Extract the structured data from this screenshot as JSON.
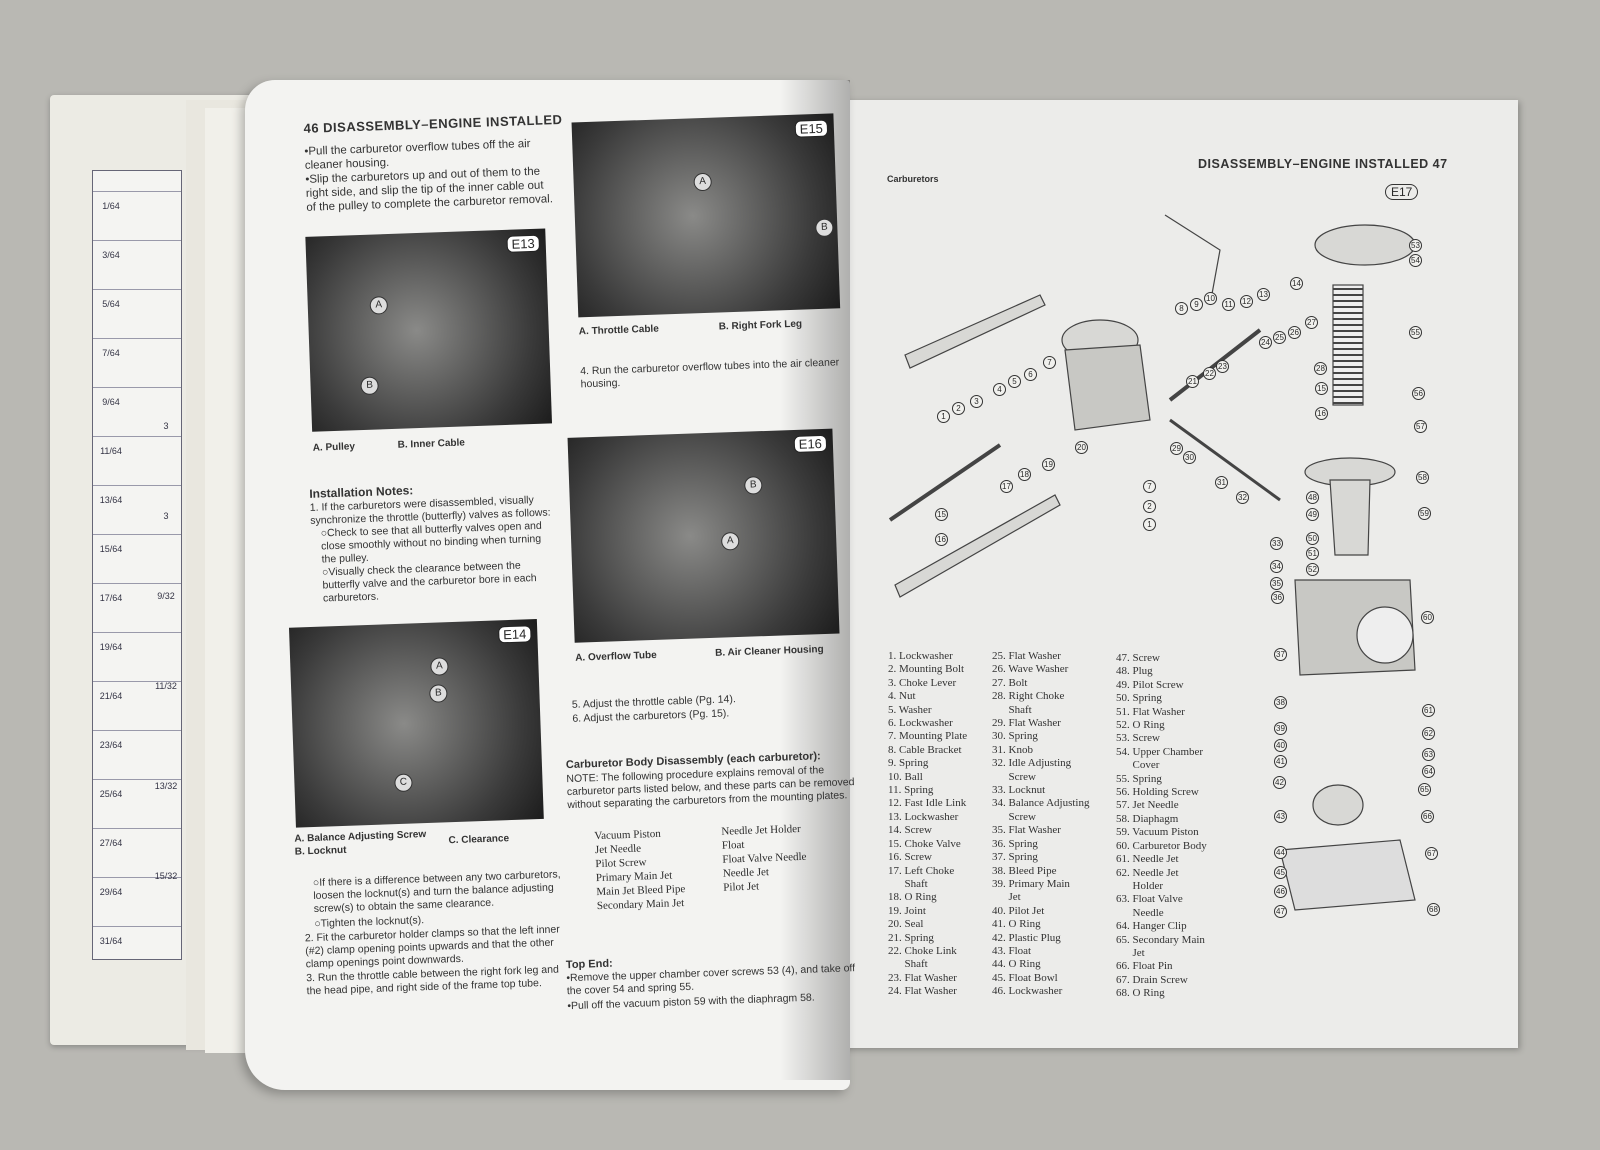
{
  "ruler": {
    "fractions": [
      "1/64",
      "3/64",
      "5/64",
      "7/64",
      "9/64",
      "11/64",
      "13/64",
      "15/64",
      "17/64",
      "19/64",
      "21/64",
      "23/64",
      "25/64",
      "27/64",
      "29/64",
      "31/64"
    ],
    "side_fractions": [
      "3",
      "3",
      "9/32",
      "11/32",
      "13/32",
      "15/32"
    ]
  },
  "left": {
    "header": "46 DISASSEMBLY–ENGINE INSTALLED",
    "intro": [
      "•Pull the carburetor overflow tubes off the air cleaner housing.",
      "•Slip the carburetors up and out of them to the right side, and slip the tip of the inner cable out of the pulley to complete the carburetor removal."
    ],
    "e13": {
      "tag": "E13",
      "a": "A",
      "b": "B",
      "cap_a": "A. Pulley",
      "cap_b": "B. Inner Cable"
    },
    "install_title": "Installation Notes:",
    "install_1": "1. If the carburetors were disassembled, visually synchronize the throttle (butterfly) valves as follows:",
    "install_1a": "○Check to see that all butterfly valves open and close smoothly without no binding when turning the pulley.",
    "install_1b": "○Visually check the clearance between the butterfly valve and the carburetor bore in each carburetors.",
    "e14": {
      "tag": "E14",
      "a": "A",
      "b": "B",
      "c": "C",
      "cap_a": "A. Balance Adjusting Screw",
      "cap_b": "B. Locknut",
      "cap_c": "C. Clearance"
    },
    "install_1c": "○If there is a difference between any two carburetors, loosen the locknut(s) and turn the balance adjusting screw(s) to obtain the same clearance.",
    "install_1d": "○Tighten the locknut(s).",
    "install_2": "2. Fit the carburetor holder clamps so that the left inner (#2) clamp opening points upwards and that the other clamp openings point downwards.",
    "install_3": "3. Run the throttle cable between the right fork leg and the head pipe, and right side of the frame top tube.",
    "e15": {
      "tag": "E15",
      "a": "A",
      "b": "B",
      "cap_a": "A. Throttle Cable",
      "cap_b": "B. Right Fork Leg"
    },
    "step4": "4. Run the carburetor overflow tubes into the air cleaner housing.",
    "e16": {
      "tag": "E16",
      "a": "A",
      "b": "B",
      "cap_a": "A. Overflow Tube",
      "cap_b": "B. Air Cleaner Housing"
    },
    "step5": "5. Adjust the throttle cable (Pg. 14).",
    "step6": "6. Adjust the carburetors (Pg. 15).",
    "body_title": "Carburetor Body Disassembly (each carburetor):",
    "note": "NOTE: The following procedure explains removal of the carburetor parts listed below, and these parts can be removed without separating the carburetors from the mounting plates.",
    "parts_col1": [
      "Vacuum Piston",
      "Jet Needle",
      "Pilot Screw",
      "Primary Main Jet",
      "Main Jet Bleed Pipe",
      "Secondary Main Jet"
    ],
    "parts_col2": [
      "Needle Jet Holder",
      "Float",
      "Float Valve Needle",
      "Needle Jet",
      "Pilot Jet"
    ],
    "top_end": "Top End:",
    "top_1": "•Remove the upper chamber cover screws 53 (4), and take off the cover 54 and spring 55.",
    "top_2": "•Pull off the vacuum piston 59 with the diaphragm 58."
  },
  "right": {
    "header": "DISASSEMBLY–ENGINE INSTALLED 47",
    "section": "Carburetors",
    "tag": "E17",
    "callouts": [
      "1",
      "2",
      "3",
      "4",
      "5",
      "6",
      "7",
      "8",
      "9",
      "10",
      "11",
      "12",
      "13",
      "14",
      "15",
      "16",
      "17",
      "18",
      "19",
      "20",
      "21",
      "22",
      "23",
      "24",
      "25",
      "26",
      "27",
      "28",
      "29",
      "30",
      "31",
      "32",
      "33",
      "34",
      "35",
      "36",
      "37",
      "38",
      "39",
      "40",
      "41",
      "42",
      "43",
      "44",
      "45",
      "46",
      "47",
      "48",
      "49",
      "50",
      "51",
      "52",
      "53",
      "54",
      "55",
      "56",
      "57",
      "58",
      "59",
      "60",
      "61",
      "62",
      "63",
      "64",
      "65",
      "66",
      "67",
      "68",
      "7",
      "2",
      "1",
      "15",
      "16"
    ],
    "parts_col1": "1. Lockwasher\n2. Mounting Bolt\n3. Choke Lever\n4. Nut\n5. Washer\n6. Lockwasher\n7. Mounting Plate\n8. Cable Bracket\n9. Spring\n10. Ball\n11. Spring\n12. Fast Idle Link\n13. Lockwasher\n14. Screw\n15. Choke Valve\n16. Screw\n17. Left Choke\n      Shaft\n18. O Ring\n19. Joint\n20. Seal\n21. Spring\n22. Choke Link\n      Shaft\n23. Flat Washer\n24. Flat Washer",
    "parts_col2": "25. Flat Washer\n26. Wave Washer\n27. Bolt\n28. Right Choke\n      Shaft\n29. Flat Washer\n30. Spring\n31. Knob\n32. Idle Adjusting\n      Screw\n33. Locknut\n34. Balance Adjusting\n      Screw\n35. Flat Washer\n36. Spring\n37. Spring\n38. Bleed Pipe\n39. Primary Main\n      Jet\n40. Pilot Jet\n41. O Ring\n42. Plastic Plug\n43. Float\n44. O Ring\n45. Float Bowl\n46. Lockwasher",
    "parts_col3": "47. Screw\n48. Plug\n49. Pilot Screw\n50. Spring\n51. Flat Washer\n52. O Ring\n53. Screw\n54. Upper Chamber\n      Cover\n55. Spring\n56. Holding Screw\n57. Jet Needle\n58. Diaphagm\n59. Vacuum Piston\n60. Carburetor Body\n61. Needle Jet\n62. Needle Jet\n      Holder\n63. Float Valve\n      Needle\n64. Hanger Clip\n65. Secondary Main\n      Jet\n66. Float Pin\n67. Drain Screw\n68. O Ring"
  }
}
